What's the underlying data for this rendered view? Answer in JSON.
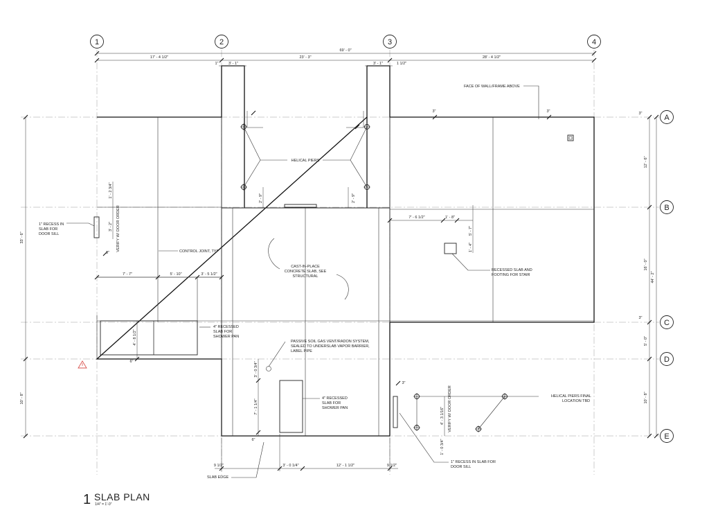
{
  "title": {
    "number": "1",
    "name": "SLAB PLAN",
    "scale": "1/4\" = 1'-0\""
  },
  "grid": {
    "columns": [
      "1",
      "2",
      "3",
      "4"
    ],
    "rows": [
      "A",
      "B",
      "C",
      "D",
      "E"
    ]
  },
  "dimensions": {
    "overall_top": "69' - 0\"",
    "top_1_2": "17' - 4 1/2\"",
    "top_2_3": "23' - 3\"",
    "top_3_4": "28' - 4 1/2\"",
    "pier_left_1": "1\"",
    "pier_left_2": "3' - 1\"",
    "pier_right_1": "3' - 1\"",
    "pier_right_2": "1 1/2\"",
    "left_overall": "33' - 6\"",
    "left_lower": "10' - 8\"",
    "right_a_b": "12' - 6\"",
    "right_b_c": "16' - 0\"",
    "right_a_c_total": "44' - 2\"",
    "right_c_d": "5' - 0\"",
    "right_d_e": "10' - 8\"",
    "door_left_1": "1' - 2 3/4\"",
    "door_left_2": "3' - 2\"",
    "row1_a": "7' - 7\"",
    "row1_b": "5' - 10\"",
    "row1_c": "3' - 5 1/2\"",
    "shower_left": "4' - 8 1/2\"",
    "mid_v1": "2' - 9\"",
    "mid_v2": "2' - 9\"",
    "stair_1": "7' - 6 1/2\"",
    "stair_2": "1' - 8\"",
    "stair_3": "5' - 7\"",
    "stair_4": "1' - 4\"",
    "shower2_v1": "3' - 0 3/4\"",
    "shower2_v2": "7' - 1 1/4\"",
    "bot_1": "9 1/2\"",
    "bot_2": "3' - 0 1/4\"",
    "bot_3": "12' - 1 1/2\"",
    "bot_4": "9 1/2\"",
    "door_right_1": "4' - 3 1/16\"",
    "door_right_2": "1' - 0 3/4\"",
    "small_3": "3\"",
    "small_6": "6\""
  },
  "notes": {
    "face_of_wall": "FACE OF WALL/FRAME ABOVE",
    "helical_piers": "HELICAL PIERS",
    "recess_door_left_1": "1\" RECESS IN",
    "recess_door_left_2": "SLAB FOR",
    "recess_door_left_3": "DOOR SILL",
    "verify_door_left": "VERIFY W/ DOOR ORDER",
    "control_joint": "CONTROL JOINT, TYP",
    "cast_in_place_1": "CAST-IN-PLACE",
    "cast_in_place_2": "CONCRETE SLAB, SEE",
    "cast_in_place_3": "STRUCTURAL",
    "recessed_stair_1": "RECESSED SLAB AND",
    "recessed_stair_2": "FOOTING FOR STAIR",
    "shower1_1": "4\" RECESSED",
    "shower1_2": "SLAB FOR",
    "shower1_3": "SHOWER PAN",
    "radon_1": "PASSIVE SOIL GAS VENT/RADON SYSTEM,",
    "radon_2": "SEALED TO UNDERSLAB VAPOR BARRIER,",
    "radon_3": "LABEL PIPE",
    "shower2_1": "4\" RECESSED",
    "shower2_2": "SLAB FOR",
    "shower2_3": "SHOWER PAN",
    "piers_final_1": "HELICAL PIERS FINAL",
    "piers_final_2": "LOCATION TBD",
    "verify_door_right": "VERIFY W/ DOOR ORDER",
    "recess_door_right_1": "1\" RECESS IN SLAB FOR",
    "recess_door_right_2": "DOOR SILL",
    "slab_edge": "SLAB EDGE"
  },
  "colors": {
    "line": "#222222",
    "grid_dash": "#9a9a9a",
    "warning": "#d9534f"
  },
  "icons": [
    "warning-triangle-icon",
    "helical-pier-symbol",
    "radon-vent-symbol"
  ]
}
